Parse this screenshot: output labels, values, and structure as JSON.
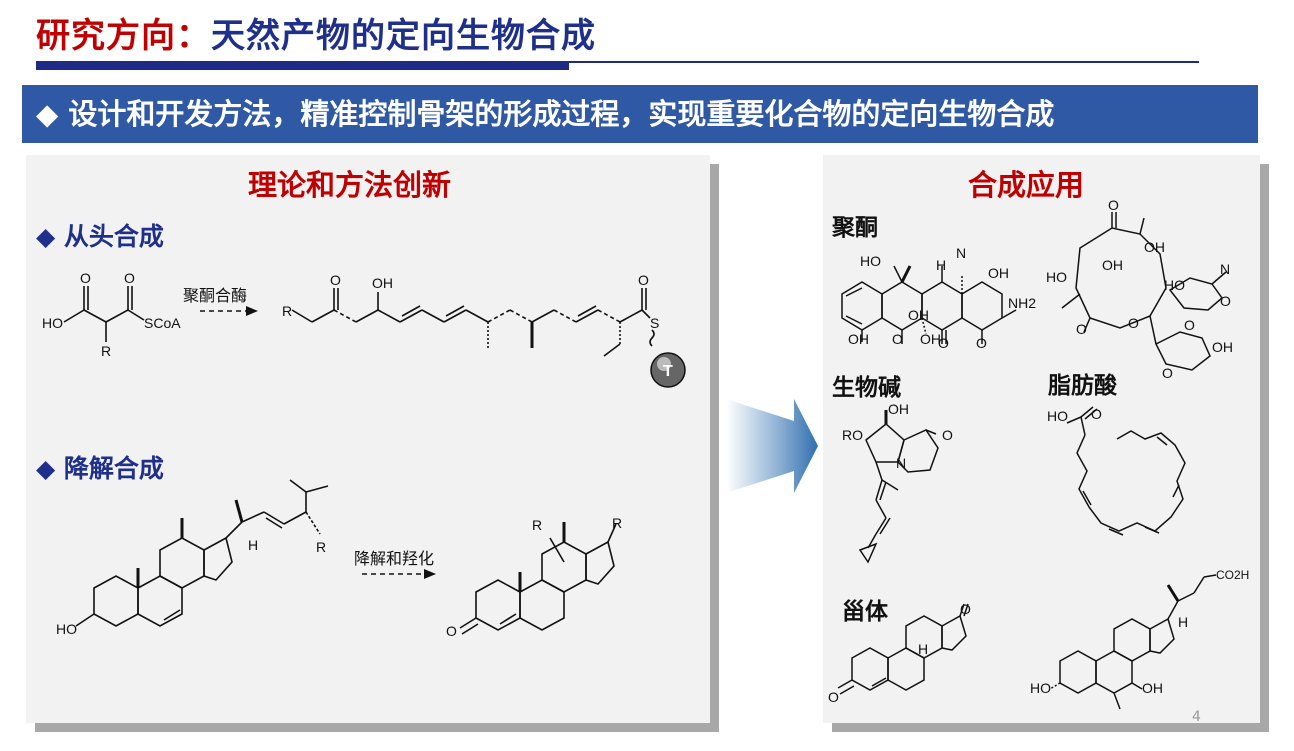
{
  "header": {
    "title_part1": "研究方向：",
    "title_part2": "天然产物的定向生物合成"
  },
  "banner": {
    "text": "◆ 设计和开发方法，精准控制骨架的形成过程，实现重要化合物的定向生物合成"
  },
  "left_panel": {
    "title": "理论和方法创新",
    "section1": {
      "bullet": "◆ 从头合成",
      "enzyme_label": "聚酮合酶"
    },
    "section2": {
      "bullet": "◆ 降解合成",
      "enzyme_label": "降解和羟化"
    }
  },
  "right_panel": {
    "title": "合成应用",
    "labels": {
      "polyketide": "聚酮",
      "alkaloid": "生物碱",
      "fatty_acid": "脂肪酸",
      "steroid": "甾体"
    }
  },
  "structure_labels": {
    "malonyl": {
      "oh": "HO",
      "r": "R",
      "scoa": "SCoA",
      "o1": "O",
      "o2": "O"
    },
    "polyketide_chain": {
      "r": "R",
      "o": "O",
      "oh": "OH",
      "o2": "O",
      "s": "S",
      "t": "T"
    },
    "sterol": {
      "ho": "HO",
      "h": "H",
      "r": "R"
    },
    "androstenone": {
      "o": "O",
      "r1": "R",
      "r2": "R"
    },
    "tetracycline": {
      "ho": "HO",
      "n": "N",
      "h": "H",
      "oh1": "OH",
      "oh2": "OH",
      "oh3": "OH",
      "nh2": "NH2",
      "o1": "O",
      "o2": "O",
      "o3": "O",
      "oh4": "OH"
    },
    "erythromycin": {
      "o": "O",
      "oh1": "OH",
      "ho1": "HO",
      "oh2": "OH",
      "n": "N",
      "ho2": "HO",
      "o2": "O",
      "o3": "O",
      "o4": "O",
      "o5": "O",
      "oh3": "OH",
      "o6": "O"
    },
    "alkaloid_struct": {
      "oh": "OH",
      "ro": "RO",
      "n": "N",
      "o": "O"
    },
    "fatty_acid_struct": {
      "ho": "HO",
      "o": "O"
    },
    "steroid_struct": {
      "o": "O",
      "o2": "O",
      "h": "H"
    },
    "bile_acid": {
      "co2h": "CO2H",
      "ho": "HO",
      "oh": "OH",
      "h": "H"
    }
  },
  "page_number": "4",
  "colors": {
    "title_red": "#c00000",
    "title_blue": "#1f2f8c",
    "banner_bg": "#2f58a5",
    "panel_bg": "#f2f2f2",
    "arrow": "#2f6fb0"
  }
}
